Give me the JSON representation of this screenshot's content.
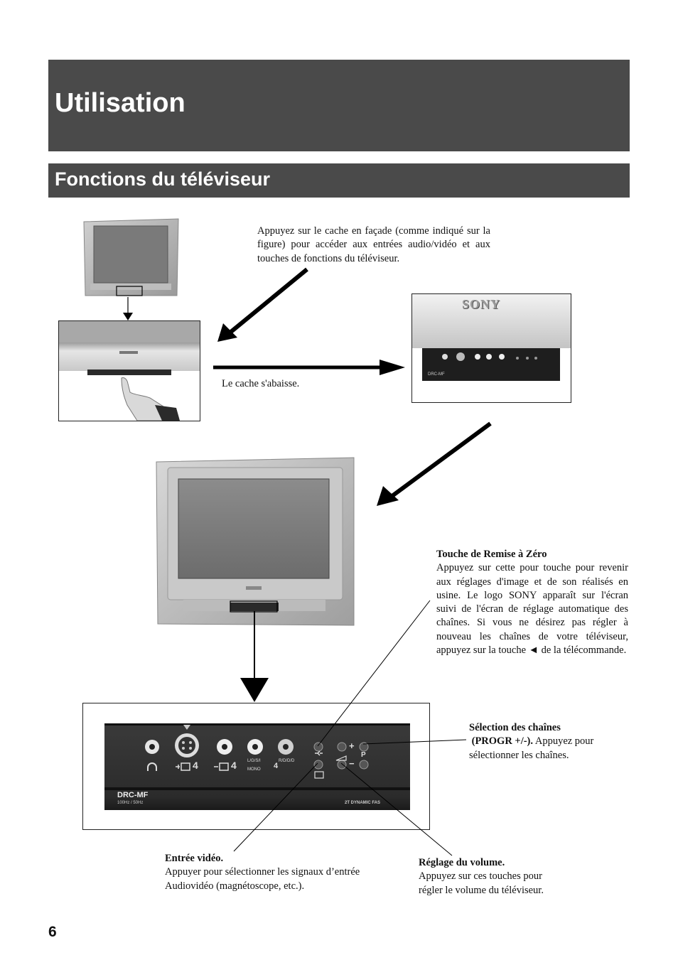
{
  "page": {
    "title": "Utilisation",
    "section_title": "Fonctions du téléviseur",
    "page_number": "6"
  },
  "intro": {
    "text": "Appuyez sur le cache en façade (comme indiqué sur la figure) pour accéder aux entrées audio/vidéo et aux touches de fonctions du téléviseur."
  },
  "cover_caption": "Le cache s'abaisse.",
  "panel_labels": {
    "brand": "SONY",
    "model": "DRC-MF",
    "freq": "100Hz / 50Hz",
    "dynamic": "2T DYNAMIC FAS",
    "input_num_a": "4",
    "input_num_b": "4",
    "input_num_c": "4",
    "lgsi_mono": "L/G/S/I",
    "mono": "MONO",
    "rddd": "R/D/D/D",
    "plus": "+",
    "minus": "−",
    "prog": "P"
  },
  "callouts": {
    "reset": {
      "title": "Touche de Remise à Zéro",
      "body": "Appuyez sur cette pour touche pour revenir aux réglages d'image et de son réalisés en usine. Le logo SONY apparaît sur l'écran suivi de l'écran de réglage automatique des chaînes. Si vous ne désirez pas régler à nouveau les chaînes de votre téléviseur, appuyez sur la touche ◄ de la télécommande."
    },
    "channels": {
      "title": "Sélection des chaînes",
      "title_paren": "(PROGR  +/-).",
      "body": "Appuyez pour sélectionner les chaînes."
    },
    "video_input": {
      "title": "Entrée vidéo.",
      "body": "Appuyer pour sélectionner les signaux d’entrée Audiovidéo (magnétoscope, etc.)."
    },
    "volume": {
      "title": "Réglage du volume.",
      "body": "Appuyez sur ces touches pour régler le volume du téléviseur."
    }
  }
}
